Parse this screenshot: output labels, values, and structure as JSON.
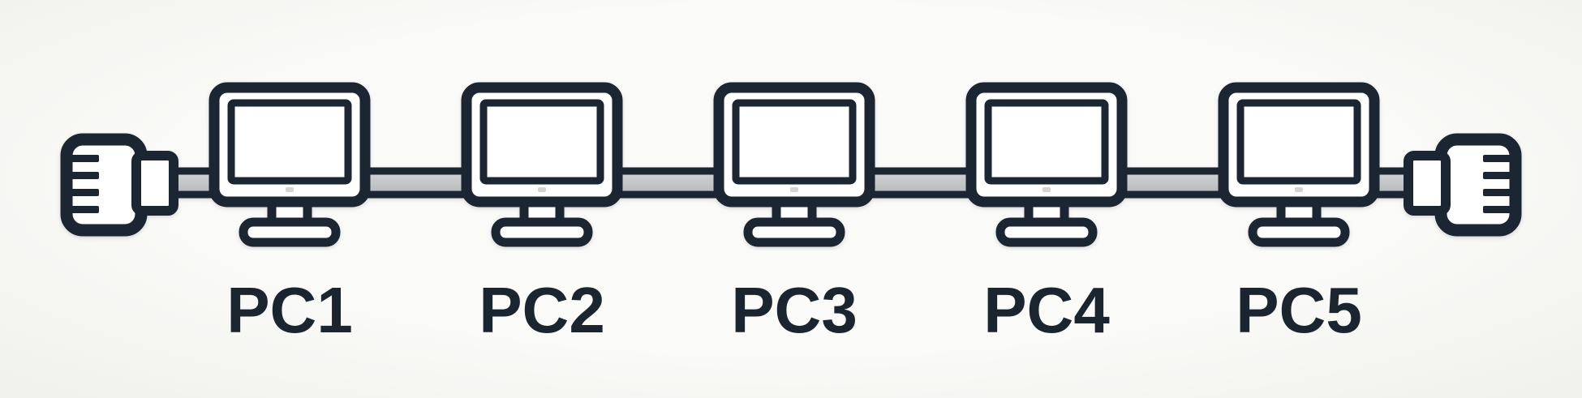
{
  "diagram": {
    "kind": "bus-network-topology",
    "nodes": [
      {
        "id": "pc1",
        "label": "PC1",
        "icon": "desktop-computer-icon"
      },
      {
        "id": "pc2",
        "label": "PC2",
        "icon": "desktop-computer-icon"
      },
      {
        "id": "pc3",
        "label": "PC3",
        "icon": "desktop-computer-icon"
      },
      {
        "id": "pc4",
        "label": "PC4",
        "icon": "desktop-computer-icon"
      },
      {
        "id": "pc5",
        "label": "PC5",
        "icon": "desktop-computer-icon"
      }
    ],
    "bus": {
      "icon": "bus-cable"
    },
    "terminators": [
      {
        "side": "left",
        "icon": "bus-terminator-icon"
      },
      {
        "side": "right",
        "icon": "bus-terminator-icon"
      }
    ]
  },
  "colors": {
    "ink": "#1b2530",
    "bus_fill_light": "#d2d5d8",
    "bus_fill": "#b3b7bb",
    "background": "#f7f7f4",
    "label": "#1b2530",
    "chin_dot": "#cccccc"
  }
}
